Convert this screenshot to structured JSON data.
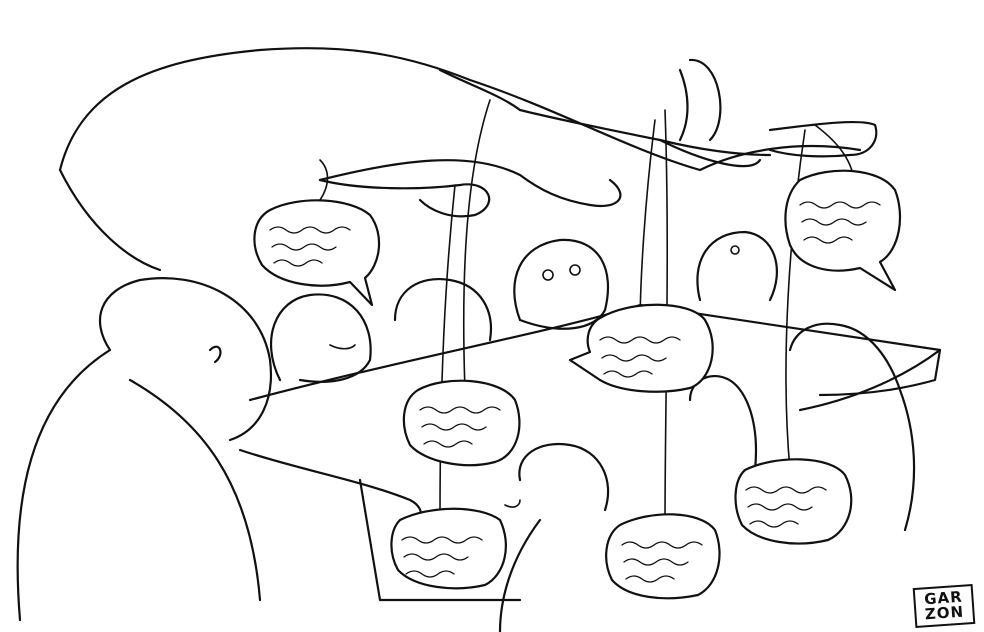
{
  "signature": {
    "line1": "GAR",
    "line2": "ZON"
  },
  "scene": {
    "elements": [
      "giant-hand-icon",
      "puppet-string-icon",
      "speech-bubble-icon",
      "politician-figure-icon",
      "table-icon"
    ],
    "bubble_text_style": "illegible-scribble",
    "palette": {
      "ink": "#111111",
      "paper": "#ffffff"
    }
  }
}
